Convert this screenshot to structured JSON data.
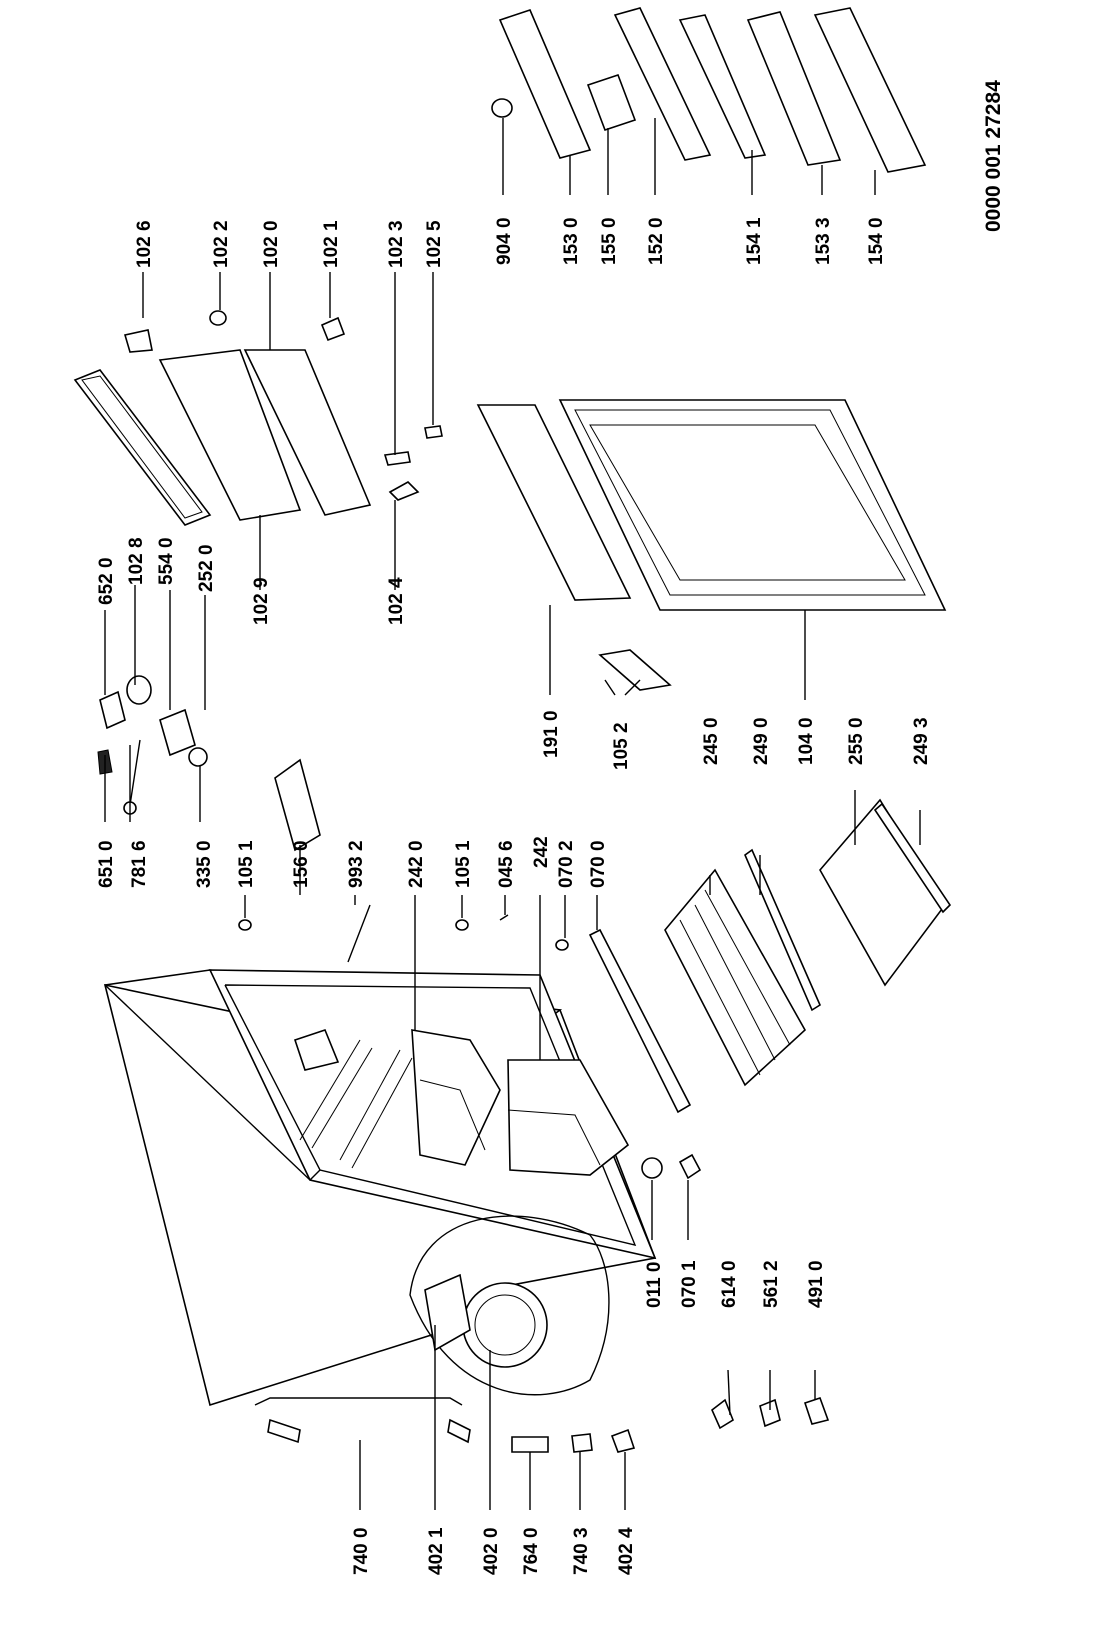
{
  "document_id": "0000 001 27284",
  "labels": {
    "l6520": "652 0",
    "l1028": "102 8",
    "l5540": "554 0",
    "l2520": "252 0",
    "l1029": "102 9",
    "l1024": "102 4",
    "l1026": "102 6",
    "l1022": "102 2",
    "l1020": "102 0",
    "l1021": "102 1",
    "l1023": "102 3",
    "l1025": "102 5",
    "l6510": "651 0",
    "l7816": "781 6",
    "l3350": "335 0",
    "l1051a": "105 1",
    "l1560": "156 0",
    "l9932": "993 2",
    "l2420": "242 0",
    "l1051b": "105 1",
    "l0456": "045 6",
    "l242": "242",
    "l0702": "070 2",
    "l0700": "070 0",
    "l1910": "191 0",
    "l1052": "105 2",
    "l2450": "245 0",
    "l2490": "249 0",
    "l1040": "104 0",
    "l2550": "255 0",
    "l2493": "249 3",
    "l9040": "904 0",
    "l1530": "153 0",
    "l1550": "155 0",
    "l1520": "152 0",
    "l1541": "154 1",
    "l1533": "153 3",
    "l1540": "154 0",
    "l0110": "011 0",
    "l0701": "070 1",
    "l6140": "614 0",
    "l5612": "561 2",
    "l4910": "491 0",
    "l7400": "740 0",
    "l4021": "402 1",
    "l4020": "402 0",
    "l7640": "764 0",
    "l7403": "740 3",
    "l4024": "402 4"
  }
}
